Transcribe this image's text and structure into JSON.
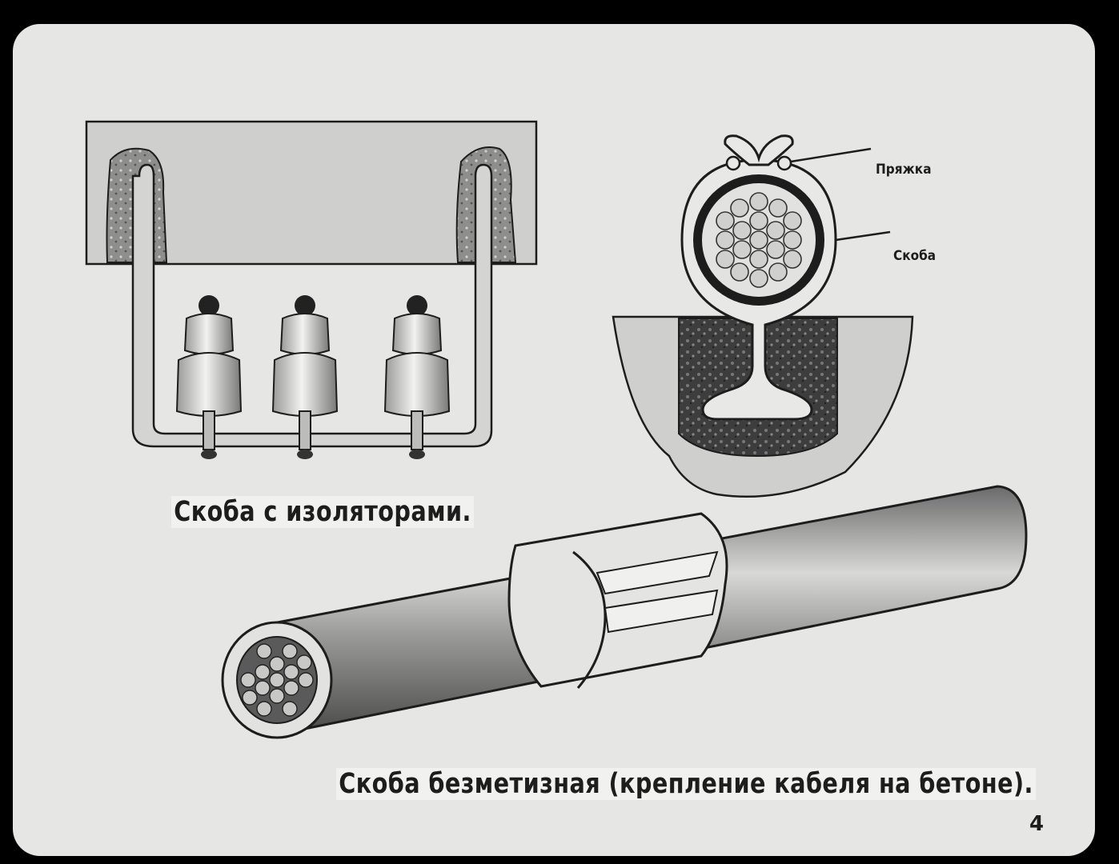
{
  "captions": {
    "bracket_with_insulators": "Скоба с изоляторами.",
    "nailless_bracket": "Скоба безметизная (крепление кабеля на бетоне)."
  },
  "callouts": {
    "buckle": "Пряжка",
    "bracket": "Скоба"
  },
  "page_number": "4",
  "colors": {
    "paper": "#e6e6e4",
    "ink": "#1d1d1d",
    "surface": "#cfcfcd",
    "concrete": "#3a3a3a"
  }
}
